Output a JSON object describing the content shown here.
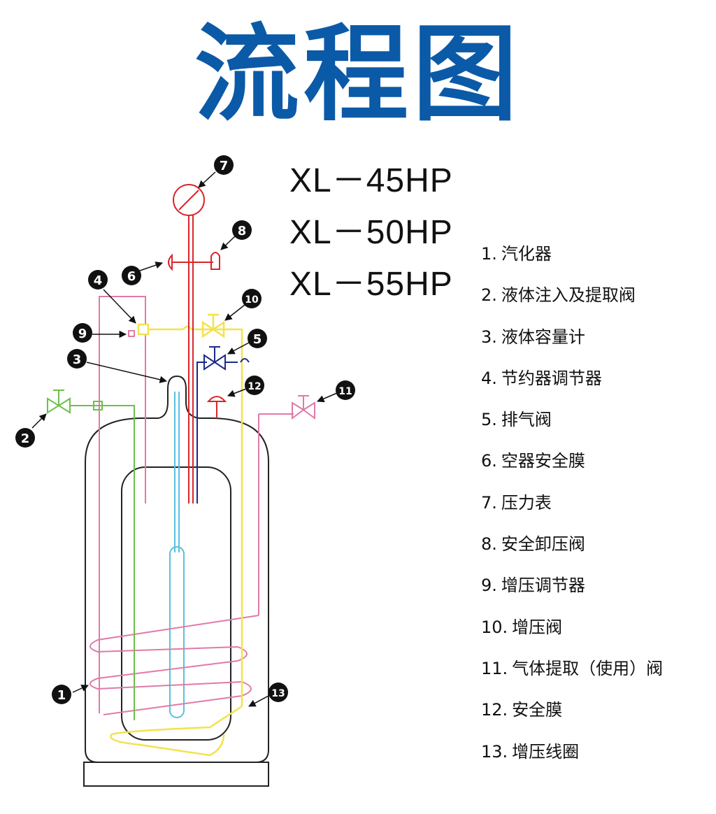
{
  "title": "流程图",
  "colors": {
    "title": "#0b5aa8",
    "outline": "#222222",
    "vaporizer": "#e07aa8",
    "liquid_line": "#6cc04a",
    "level_gauge": "#5bbfe0",
    "economizer": "#f2e34a",
    "vent_valve": "#1a2a8a",
    "gauge_line": "#d9262b",
    "safety_disc": "#d9262b"
  },
  "models": [
    "XL－45HP",
    "XL－50HP",
    "XL－55HP"
  ],
  "legend": [
    {
      "num": "1.",
      "label": "汽化器"
    },
    {
      "num": "2.",
      "label": "液体注入及提取阀"
    },
    {
      "num": "3.",
      "label": "液体容量计"
    },
    {
      "num": "4.",
      "label": "节约器调节器"
    },
    {
      "num": "5.",
      "label": "排气阀"
    },
    {
      "num": "6.",
      "label": "空器安全膜"
    },
    {
      "num": "7.",
      "label": "压力表"
    },
    {
      "num": "8.",
      "label": "安全卸压阀"
    },
    {
      "num": "9.",
      "label": "增压调节器"
    },
    {
      "num": "10.",
      "label": "增压阀"
    },
    {
      "num": "11.",
      "label": "气体提取（使用）阀"
    },
    {
      "num": "12.",
      "label": "安全膜"
    },
    {
      "num": "13.",
      "label": "增压线圈"
    }
  ],
  "callouts": [
    "1",
    "2",
    "3",
    "4",
    "5",
    "6",
    "7",
    "8",
    "9",
    "10",
    "11",
    "12",
    "13"
  ]
}
